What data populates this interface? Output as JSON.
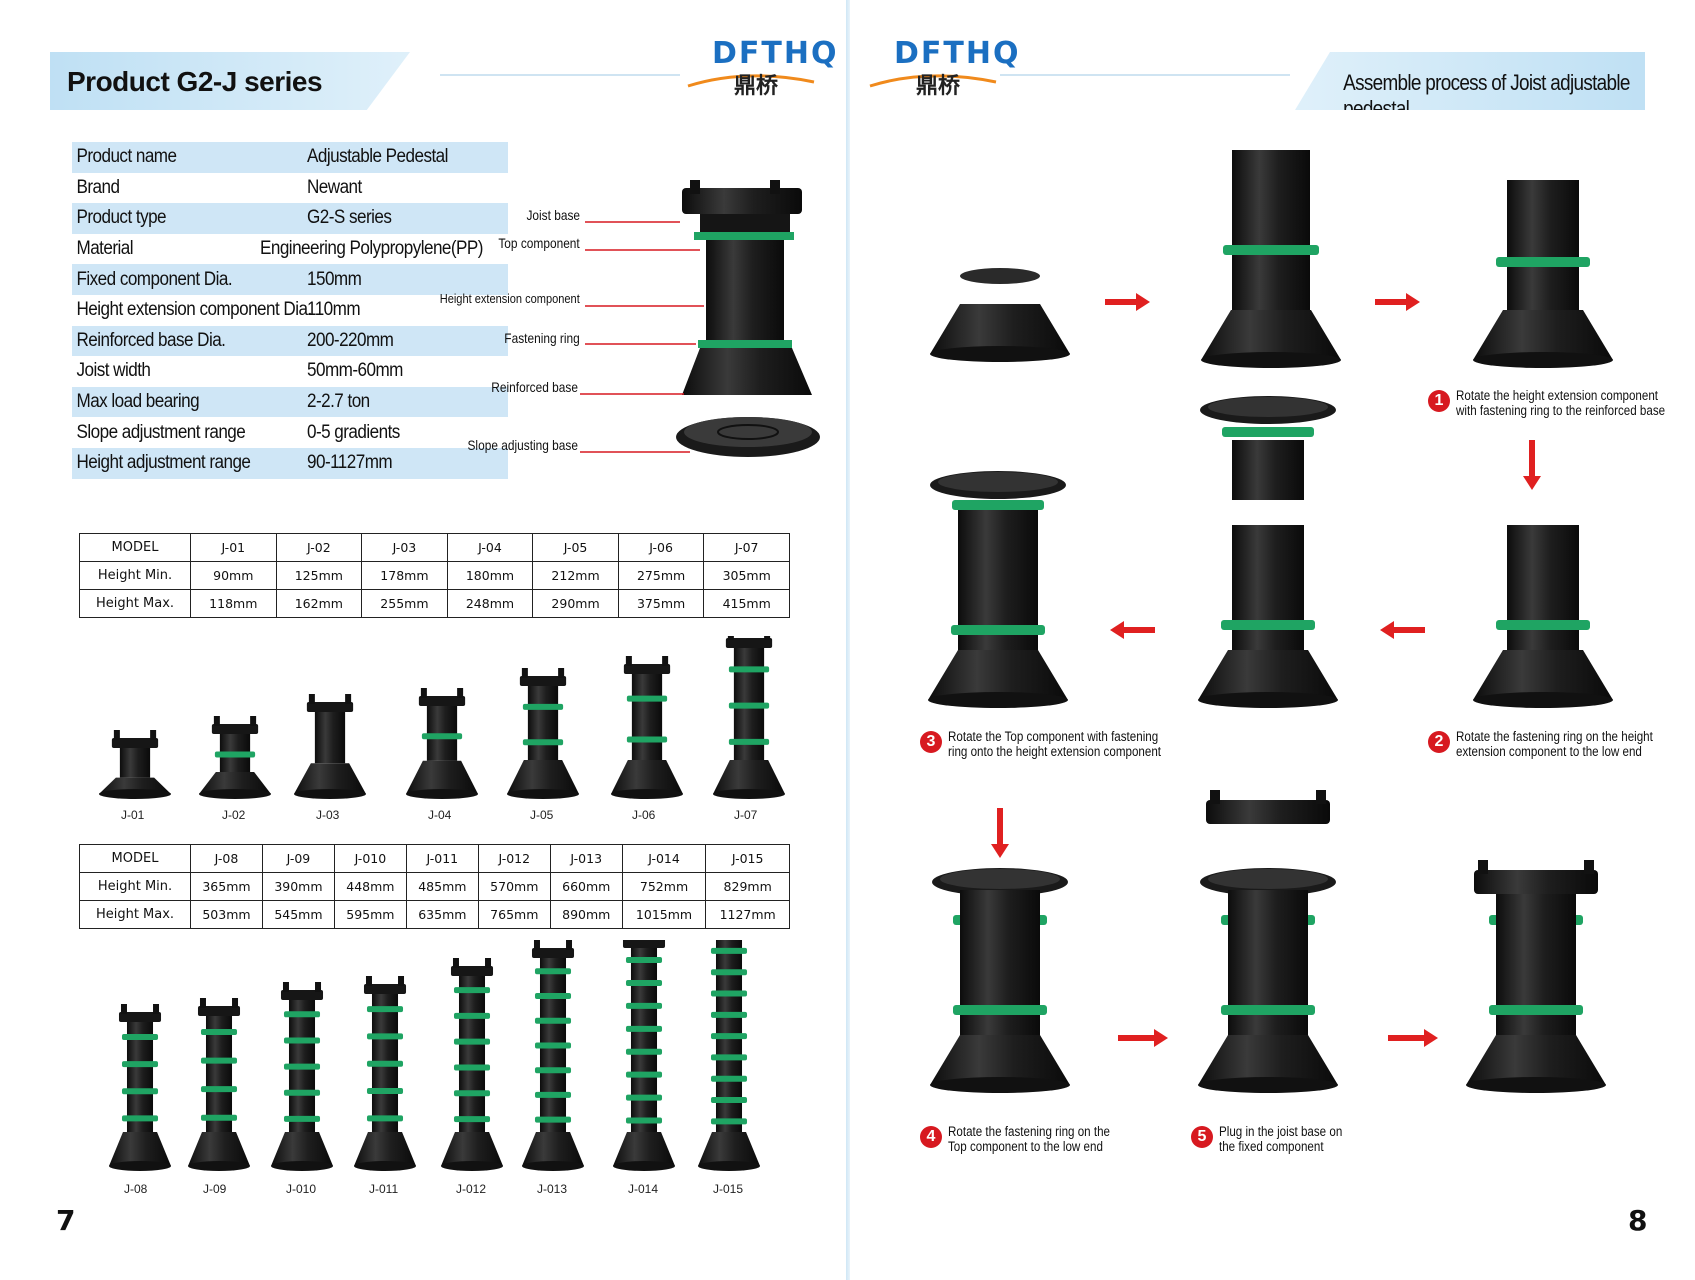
{
  "left_page": {
    "title": "Product G2-J series",
    "page_number": "7",
    "logo": {
      "en": "DFTHQ",
      "cn": "鼎桥"
    },
    "spec_rows": [
      {
        "key": "Product name",
        "value": "Adjustable Pedestal"
      },
      {
        "key": "Brand",
        "value": "Newant"
      },
      {
        "key": "Product type",
        "value": "G2-S series"
      },
      {
        "key": "Material",
        "value": "Engineering Polypropylene(PP)"
      },
      {
        "key": "Fixed component Dia.",
        "value": "150mm"
      },
      {
        "key": "Height extension component Dia.",
        "value": "110mm"
      },
      {
        "key": "Reinforced base Dia.",
        "value": "200-220mm"
      },
      {
        "key": "Joist width",
        "value": "50mm-60mm"
      },
      {
        "key": "Max load bearing",
        "value": "2-2.7 ton"
      },
      {
        "key": "Slope adjustment range",
        "value": "0-5 gradients"
      },
      {
        "key": "Height adjustment range",
        "value": "90-1127mm"
      }
    ],
    "diagram_labels": [
      "Joist base",
      "Top component",
      "Height extension component",
      "Fastening ring",
      "Reinforced base",
      "Slope adjusting base"
    ],
    "table1": {
      "header": [
        "MODEL",
        "J-01",
        "J-02",
        "J-03",
        "J-04",
        "J-05",
        "J-06",
        "J-07"
      ],
      "min": [
        "Height Min.",
        "90mm",
        "125mm",
        "178mm",
        "180mm",
        "212mm",
        "275mm",
        "305mm"
      ],
      "max": [
        "Height Max.",
        "118mm",
        "162mm",
        "255mm",
        "248mm",
        "290mm",
        "375mm",
        "415mm"
      ]
    },
    "row1_captions": [
      "J-01",
      "J-02",
      "J-03",
      "J-04",
      "J-05",
      "J-06",
      "J-07"
    ],
    "table2": {
      "header": [
        "MODEL",
        "J-08",
        "J-09",
        "J-010",
        "J-011",
        "J-012",
        "J-013",
        "J-014",
        "J-015"
      ],
      "min": [
        "Height Min.",
        "365mm",
        "390mm",
        "448mm",
        "485mm",
        "570mm",
        "660mm",
        "752mm",
        "829mm"
      ],
      "max": [
        "Height Max.",
        "503mm",
        "545mm",
        "595mm",
        "635mm",
        "765mm",
        "890mm",
        "1015mm",
        "1127mm"
      ]
    },
    "row2_captions": [
      "J-08",
      "J-09",
      "J-010",
      "J-011",
      "J-012",
      "J-013",
      "J-014",
      "J-015"
    ]
  },
  "right_page": {
    "title": "Assemble process of Joist adjustable pedestal",
    "page_number": "8",
    "logo": {
      "en": "DFTHQ",
      "cn": "鼎桥"
    },
    "steps": [
      {
        "n": "1",
        "line1": "Rotate the height extension component",
        "line2": "with fastening ring to the reinforced base"
      },
      {
        "n": "2",
        "line1": "Rotate the fastening ring on the height",
        "line2": "extension component to the low end"
      },
      {
        "n": "3",
        "line1": "Rotate the Top component with fastening",
        "line2": "ring onto the height extension component"
      },
      {
        "n": "4",
        "line1": "Rotate the fastening ring on the",
        "line2": "Top component to the low end"
      },
      {
        "n": "5",
        "line1": "Plug in the joist base on",
        "line2": "the fixed component"
      }
    ]
  },
  "colors": {
    "banner": "#bfe0f4",
    "spec_shade": "#cfe6f6",
    "green_ring": "#1fa463",
    "product_black": "#1c1c1c",
    "arrow_red": "#e02020",
    "logo_blue": "#1b6fc1"
  }
}
